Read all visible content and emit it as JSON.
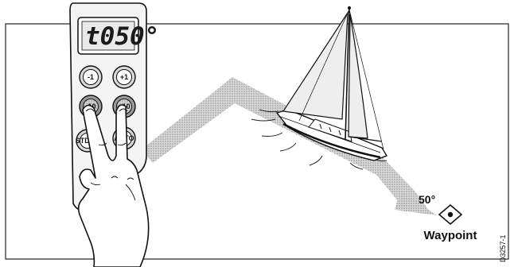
{
  "display": {
    "heading_readout": "t050°"
  },
  "keypad": {
    "minus_one": "-1",
    "plus_one": "+1",
    "minus_ten": "-10",
    "plus_ten": "+10",
    "standby": "STDBY",
    "auto": "AUTO"
  },
  "course": {
    "angle_label": "50°"
  },
  "waypoint": {
    "label": "Waypoint"
  },
  "figure": {
    "code": "D3257-1"
  },
  "colors": {
    "ink": "#111111",
    "track": "#b8b8b8",
    "remote_body": "#f4f4f4",
    "button_fill": "#d8d8d8"
  }
}
